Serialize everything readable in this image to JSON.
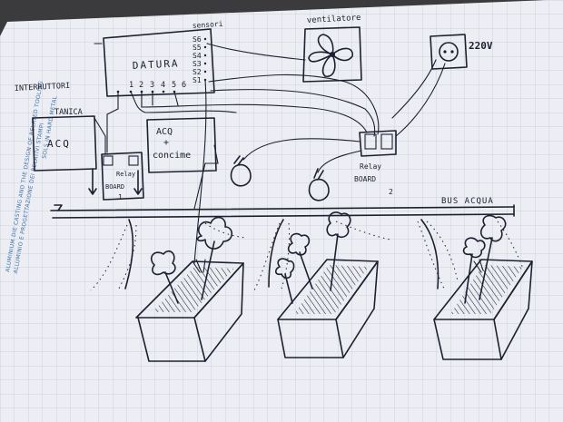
{
  "labels": {
    "sensori": "sensori",
    "ventilatore": "ventilatore",
    "power": "220V",
    "datura": "DATURA",
    "interruttori": "INTERRUTTORI",
    "sensor_pins": [
      "S6",
      "S5",
      "S4",
      "S3",
      "S2",
      "S1"
    ],
    "switch_pins": [
      "1",
      "2",
      "3",
      "4",
      "5",
      "6"
    ],
    "tanica": "TANICA",
    "tank1_content": "ACQ",
    "tank2_content_line1": "ACQ",
    "tank2_content_line2": "+",
    "tank2_content_line3": "concime",
    "relay1_line1": "Relay",
    "relay1_line2": "BOARD",
    "relay1_line3": "1",
    "relay2_line1": "Relay",
    "relay2_line2": "BOARD",
    "relay2_line3": "2",
    "bus": "BUS ACQUA"
  },
  "paper_margin_text": [
    "ALUMINIUM DIE CASTING AND THE DESIGN OF RELATED TOOLING",
    "ALLUMINIO E PROGETTAZIONE DEI RELATIVI STAMPI",
    "SOLS IN HARD METAL"
  ],
  "colors": {
    "paper": "#eceef3",
    "grid": "#c3c8d6",
    "ink": "#1e2030",
    "margin_print": "#3c6fa8",
    "background": "#3b3b3d"
  }
}
